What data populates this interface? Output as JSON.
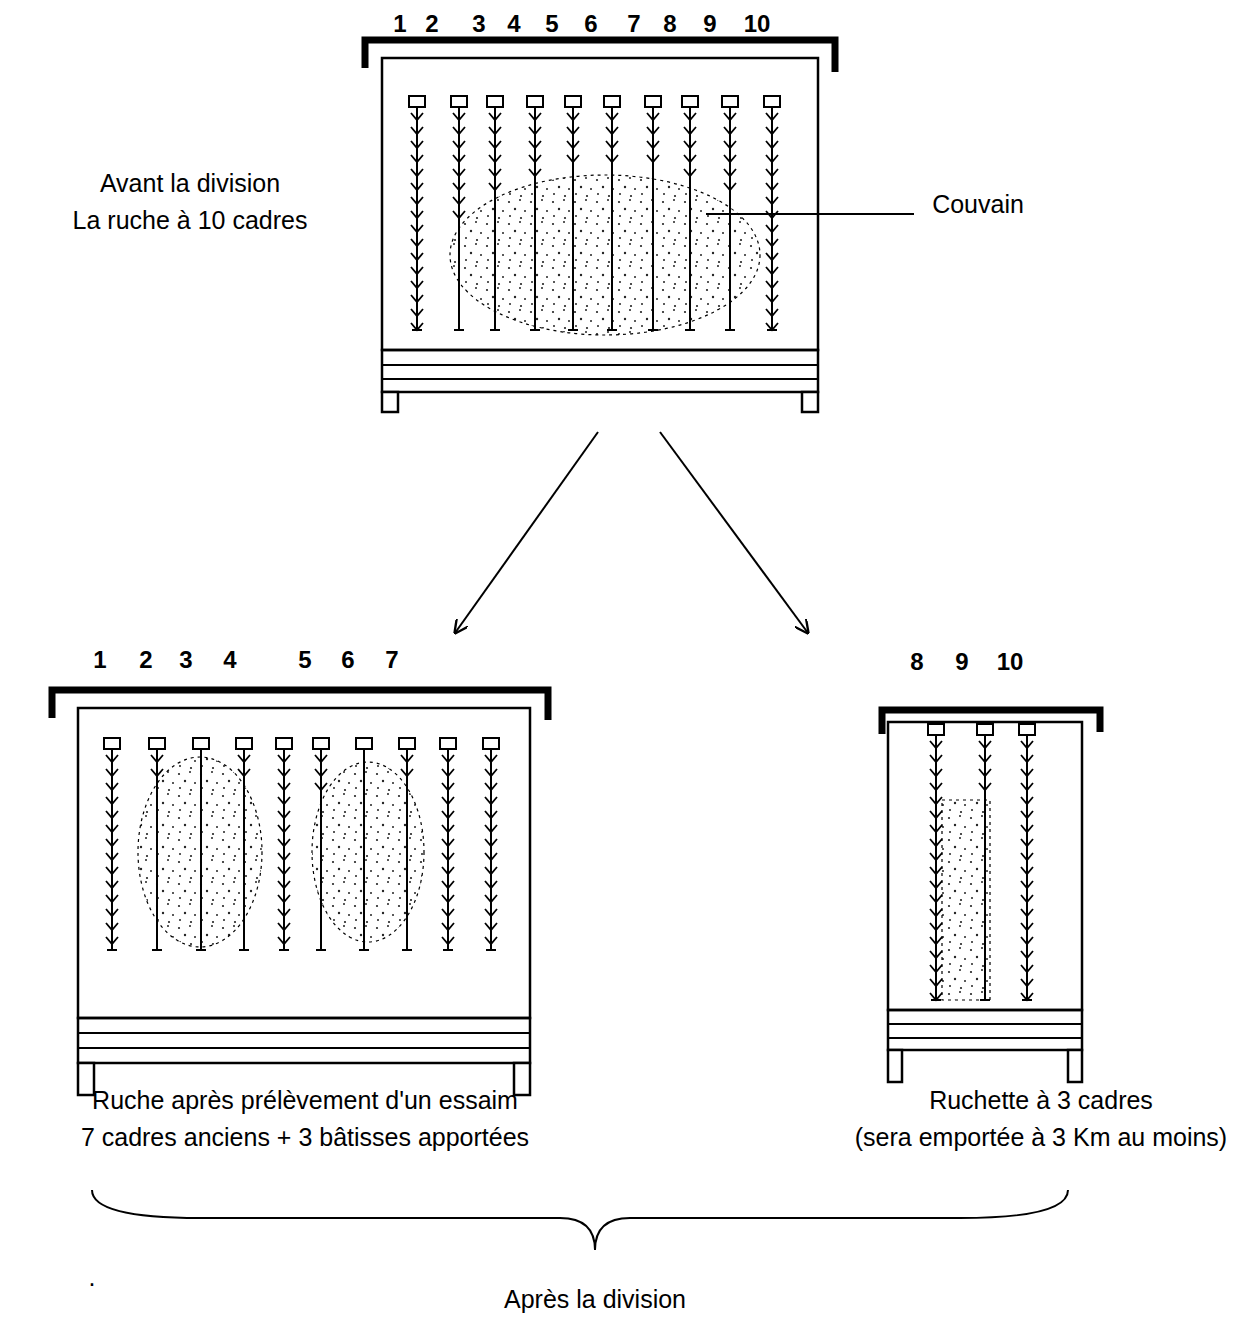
{
  "diagram": {
    "nodes": [
      {
        "text": [
          "Avant la division",
          "La ruche à 10 cadres"
        ]
      },
      {
        "text": [
          "Ruche après prélèvement d'un essaim",
          "7 cadres anciens + 3 bâtisses apportées"
        ]
      },
      {
        "text": [
          "Ruchette à 3 cadres",
          "(sera emportée à 3 Km au moins)"
        ]
      }
    ],
    "edges": [
      {
        "from": 0,
        "to": 1,
        "arrow": "to"
      },
      {
        "from": 0,
        "to": 2,
        "arrow": "to"
      }
    ],
    "labels": [
      "1",
      "2",
      "3",
      "4",
      "5",
      "6",
      "7",
      "8",
      "9",
      "10",
      "1",
      "2",
      "3",
      "4",
      "5",
      "6",
      "7",
      "8",
      "9",
      "10",
      "Couvain",
      "Après la division",
      "."
    ]
  }
}
